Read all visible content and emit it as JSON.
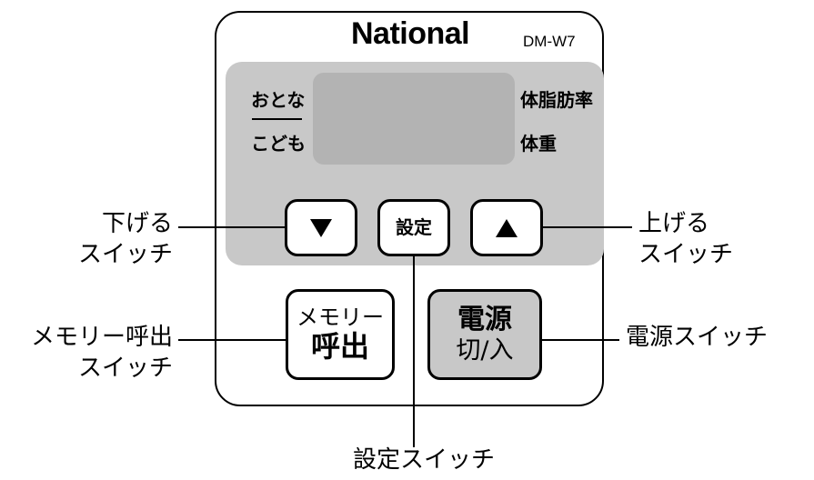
{
  "device": {
    "brand": "National",
    "model": "DM-W7",
    "mode_labels": {
      "adult": "おとな",
      "child": "こども"
    },
    "unit_labels": {
      "body_fat": "体脂肪率",
      "weight": "体重"
    }
  },
  "buttons": {
    "down_icon": "triangle-down",
    "setting": "設定",
    "up_icon": "triangle-up",
    "memory_line1": "メモリー",
    "memory_line2": "呼出",
    "power_line1": "電源",
    "power_line2": "切/入"
  },
  "callouts": {
    "down": {
      "line1": "下げる",
      "line2": "スイッチ"
    },
    "up": {
      "line1": "上げる",
      "line2": "スイッチ"
    },
    "memory": {
      "line1": "メモリー呼出",
      "line2": "スイッチ"
    },
    "power": "電源スイッチ",
    "setting": "設定スイッチ"
  },
  "colors": {
    "panel": "#c8c8c8",
    "lcd": "#b3b3b3",
    "power_button": "#c8c8c8"
  }
}
